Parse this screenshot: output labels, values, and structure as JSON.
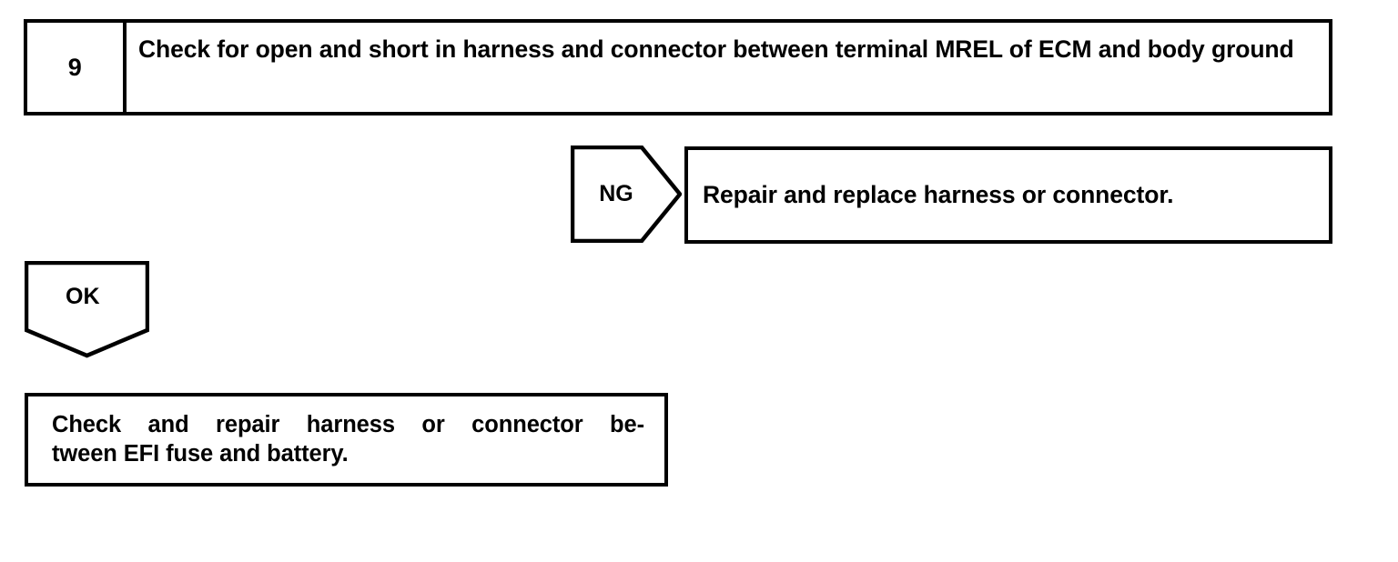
{
  "document": {
    "type": "troubleshooting-flowchart",
    "colors": {
      "ink": "#000000",
      "paper": "#ffffff"
    }
  },
  "step": {
    "number": "9",
    "title": "Check for open and short in harness and connector between terminal MREL of ECM and body ground"
  },
  "branches": {
    "ng": {
      "label": "NG",
      "result": "Repair and replace harness or connector."
    },
    "ok": {
      "label": "OK",
      "result_line1": "Check and repair harness or connector be-",
      "result_line2": "tween EFI fuse and battery.",
      "result_full": "Check and repair harness or connector between EFI fuse and battery."
    }
  }
}
